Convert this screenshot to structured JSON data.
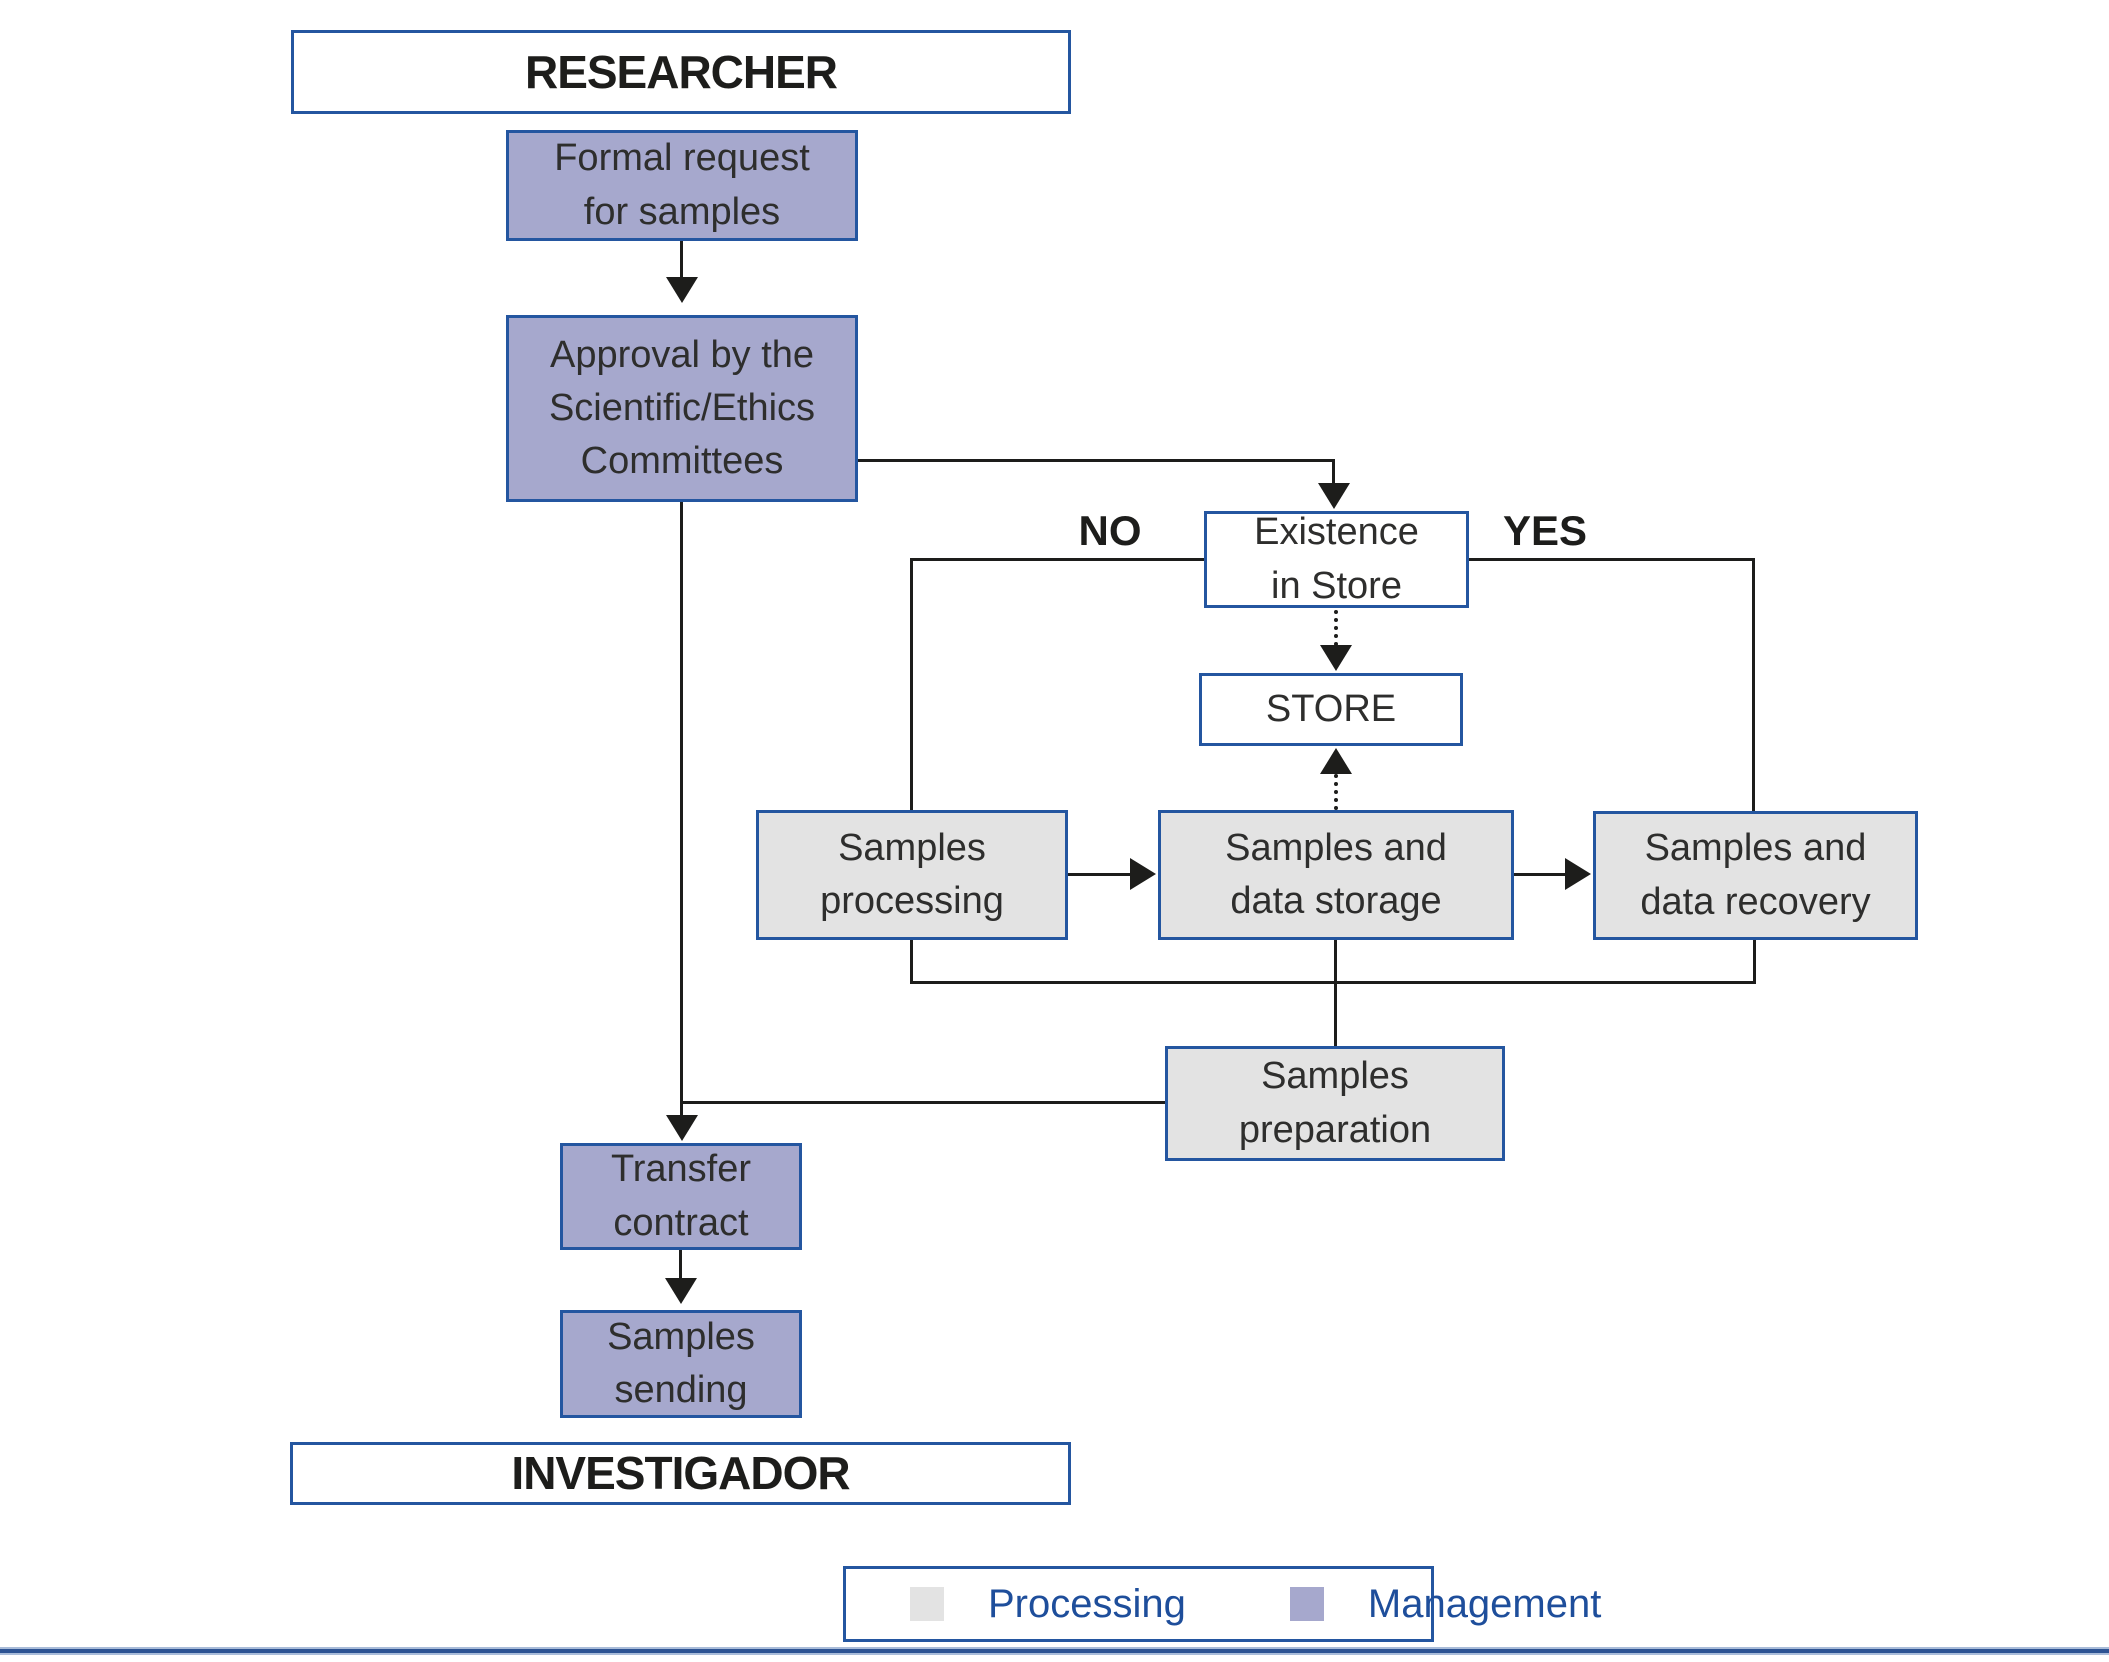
{
  "diagram": {
    "nodes": {
      "researcher": "RESEARCHER",
      "formal_request": "Formal request\nfor samples",
      "approval": "Approval by the\nScientific/Ethics\nCommittees",
      "existence": "Existence\nin Store",
      "store": "STORE",
      "processing": "Samples\nprocessing",
      "storage": "Samples and\ndata storage",
      "recovery": "Samples and\ndata recovery",
      "preparation": "Samples\npreparation",
      "transfer": "Transfer\ncontract",
      "sending": "Samples\nsending",
      "investigador": "INVESTIGADOR"
    },
    "edge_labels": {
      "no": "NO",
      "yes": "YES"
    },
    "legend": {
      "processing_label": "Processing",
      "management_label": "Management"
    }
  },
  "colors": {
    "management_fill": "#a6a8cd",
    "processing_fill": "#e3e3e3",
    "box_border": "#2456a0",
    "line": "#1d1d1b",
    "legend_text": "#1e4e9b",
    "rule_dark": "#2d5393",
    "rule_light": "#a9bcd9"
  }
}
